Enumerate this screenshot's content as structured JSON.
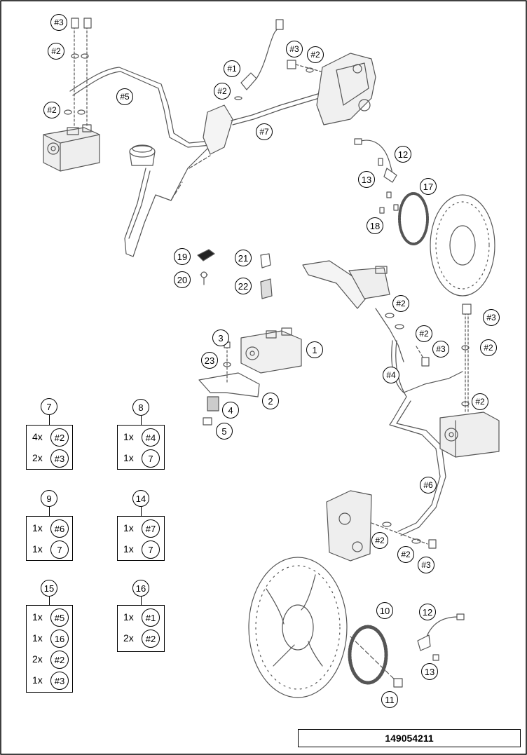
{
  "callouts": [
    {
      "id": "c1",
      "text": "#3"
    },
    {
      "id": "c2",
      "text": "#2"
    },
    {
      "id": "c3",
      "text": "#2"
    },
    {
      "id": "c4",
      "text": "#5"
    },
    {
      "id": "c5",
      "text": "#1"
    },
    {
      "id": "c6",
      "text": "#2"
    },
    {
      "id": "c7",
      "text": "#3"
    },
    {
      "id": "c8",
      "text": "#2"
    },
    {
      "id": "c9",
      "text": "#7"
    },
    {
      "id": "c10",
      "text": "12"
    },
    {
      "id": "c11",
      "text": "13"
    },
    {
      "id": "c12",
      "text": "17"
    },
    {
      "id": "c13",
      "text": "18"
    },
    {
      "id": "c14",
      "text": "19"
    },
    {
      "id": "c15",
      "text": "21"
    },
    {
      "id": "c16",
      "text": "20"
    },
    {
      "id": "c17",
      "text": "22"
    },
    {
      "id": "c18",
      "text": "#2"
    },
    {
      "id": "c19",
      "text": "#3"
    },
    {
      "id": "c20",
      "text": "#2"
    },
    {
      "id": "c21",
      "text": "#2"
    },
    {
      "id": "c22",
      "text": "#3"
    },
    {
      "id": "c23",
      "text": "3"
    },
    {
      "id": "c24",
      "text": "1"
    },
    {
      "id": "c25",
      "text": "23"
    },
    {
      "id": "c26",
      "text": "#4"
    },
    {
      "id": "c27",
      "text": "#2"
    },
    {
      "id": "c28",
      "text": "2"
    },
    {
      "id": "c29",
      "text": "4"
    },
    {
      "id": "c30",
      "text": "5"
    },
    {
      "id": "c31",
      "text": "#6"
    },
    {
      "id": "c32",
      "text": "#2"
    },
    {
      "id": "c33",
      "text": "#2"
    },
    {
      "id": "c34",
      "text": "#3"
    },
    {
      "id": "c35",
      "text": "10"
    },
    {
      "id": "c36",
      "text": "12"
    },
    {
      "id": "c37",
      "text": "13"
    },
    {
      "id": "c38",
      "text": "11"
    }
  ],
  "kits": [
    {
      "id": "k7",
      "label": "7",
      "rows": [
        {
          "qty": "4x",
          "ref": "#2"
        },
        {
          "qty": "2x",
          "ref": "#3"
        }
      ]
    },
    {
      "id": "k8",
      "label": "8",
      "rows": [
        {
          "qty": "1x",
          "ref": "#4"
        },
        {
          "qty": "1x",
          "ref": "7"
        }
      ]
    },
    {
      "id": "k9",
      "label": "9",
      "rows": [
        {
          "qty": "1x",
          "ref": "#6"
        },
        {
          "qty": "1x",
          "ref": "7"
        }
      ]
    },
    {
      "id": "k14",
      "label": "14",
      "rows": [
        {
          "qty": "1x",
          "ref": "#7"
        },
        {
          "qty": "1x",
          "ref": "7"
        }
      ]
    },
    {
      "id": "k15",
      "label": "15",
      "rows": [
        {
          "qty": "1x",
          "ref": "#5"
        },
        {
          "qty": "1x",
          "ref": "16"
        },
        {
          "qty": "2x",
          "ref": "#2"
        },
        {
          "qty": "1x",
          "ref": "#3"
        }
      ]
    },
    {
      "id": "k16",
      "label": "16",
      "rows": [
        {
          "qty": "1x",
          "ref": "#1"
        },
        {
          "qty": "2x",
          "ref": "#2"
        }
      ]
    }
  ],
  "document_id": "149054211"
}
